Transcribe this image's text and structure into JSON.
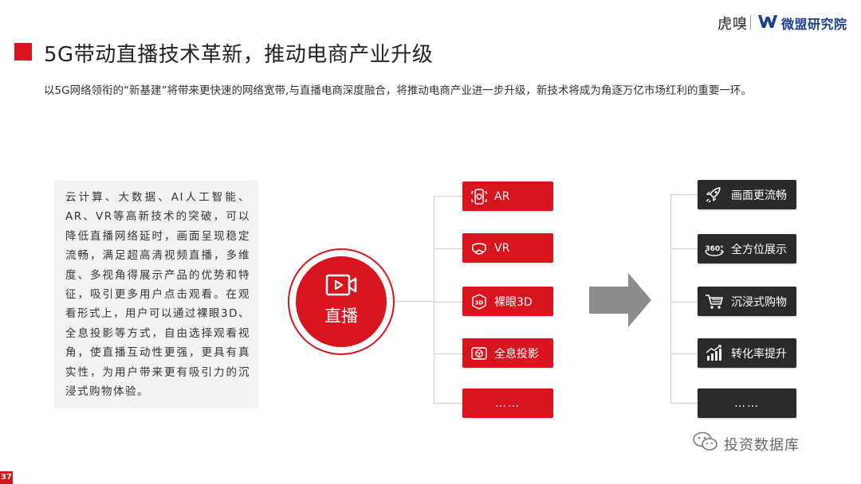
{
  "header": {
    "logo_huxiu": "虎嗅",
    "logo_weimeng": "微盟研究院"
  },
  "title": "5G带动直播技术革新，推动电商产业升级",
  "intro": "以5G网络领衔的“新基建”将带来更快速的网络宽带,与直播电商深度融合，将推动电商产业进一步升级，新技术将成为角逐万亿市场红利的重要一环。",
  "description": "云计算、大数据、AI人工智能、AR、VR等高新技术的突破，可以降低直播网络延时，画面呈现稳定流畅，满足超高清视频直播，多维度、多视角得展示产品的优势和特征，吸引更多用户点击观看。在观看形式上，用户可以通过裸眼3D、全息投影等方式，自由选择观看视角，使直播互动性更强，更具有真实性，为用户带来更有吸引力的沉浸式购物体验。",
  "hub": {
    "label": "直播",
    "icon": "video-play-icon"
  },
  "technologies": [
    {
      "label": "AR",
      "icon": "ar-phone-icon"
    },
    {
      "label": "VR",
      "icon": "vr-headset-icon"
    },
    {
      "label": "裸眼3D",
      "icon": "3d-cube-icon"
    },
    {
      "label": "全息投影",
      "icon": "hologram-icon"
    },
    {
      "label": "……",
      "icon": ""
    }
  ],
  "benefits": [
    {
      "label": "画面更流畅",
      "icon": "rocket-icon"
    },
    {
      "label": "全方位展示",
      "icon": "360-view-icon"
    },
    {
      "label": "沉浸式购物",
      "icon": "shopping-cart-icon"
    },
    {
      "label": "转化率提升",
      "icon": "growth-chart-icon"
    },
    {
      "label": "……",
      "icon": ""
    }
  ],
  "footer": {
    "page_number": "37",
    "watermark": "投资数据库"
  },
  "colors": {
    "accent": "#d8141e",
    "dark": "#2a2a2a",
    "arrow": "#8c8c8c",
    "panel": "#f2f2f2"
  }
}
